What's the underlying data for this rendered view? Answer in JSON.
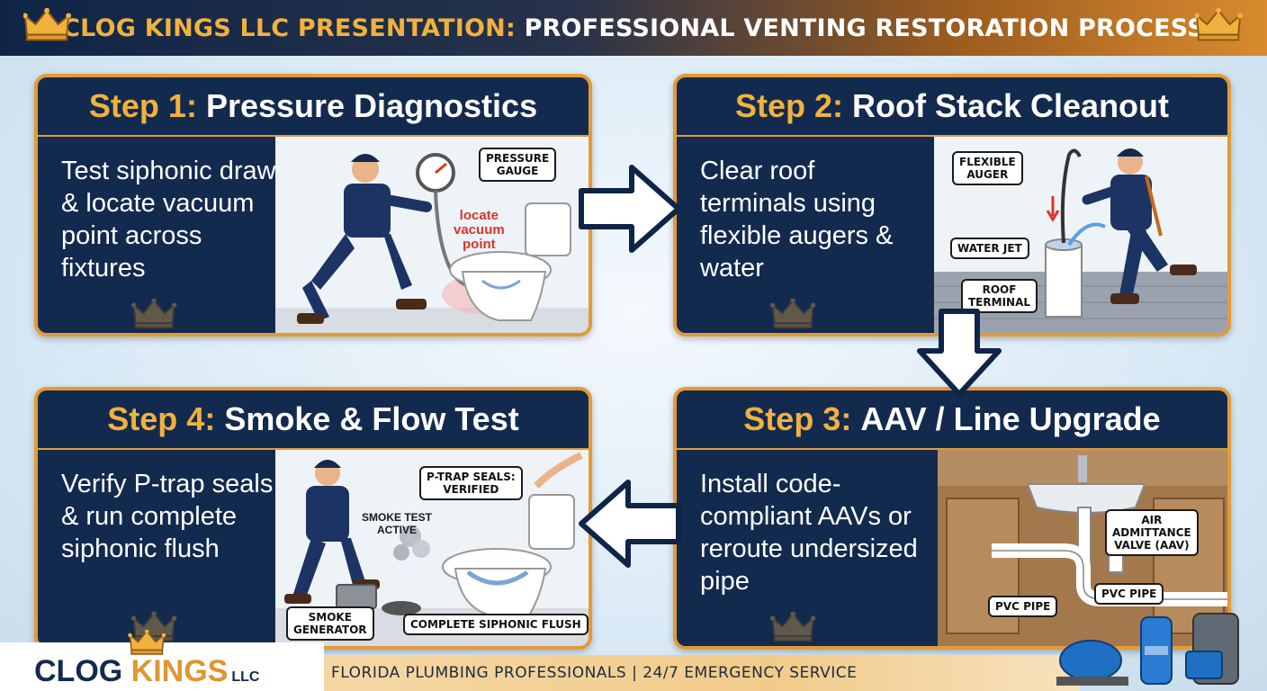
{
  "header": {
    "brand": "CLOG KINGS LLC PRESENTATION:",
    "title": "PROFESSIONAL VENTING RESTORATION PROCESS"
  },
  "steps": [
    {
      "step_label": "Step 1:",
      "title": "Pressure Diagnostics",
      "text": "Test siphonic draw & locate vacuum point across fixtures",
      "callouts": [
        "PRESSURE\nGAUGE"
      ],
      "note": "locate\nvacuum\npoint"
    },
    {
      "step_label": "Step 2:",
      "title": "Roof Stack Cleanout",
      "text": "Clear roof terminals using flexible augers & water",
      "callouts": [
        "FLEXIBLE\nAUGER",
        "WATER JET",
        "ROOF\nTERMINAL"
      ]
    },
    {
      "step_label": "Step 3:",
      "title": "AAV / Line Upgrade",
      "text": "Install code-compliant AAVs or reroute undersized pipe",
      "callouts": [
        "AIR\nADMITTANCE\nVALVE (AAV)",
        "PVC PIPE",
        "PVC PIPE"
      ]
    },
    {
      "step_label": "Step 4:",
      "title": "Smoke & Flow Test",
      "text": "Verify P-trap seals & run complete siphonic flush",
      "callouts": [
        "P-TRAP SEALS:\nVERIFIED",
        "SMOKE\nGENERATOR",
        "COMPLETE SIPHONIC FLUSH"
      ],
      "note": "SMOKE TEST\nACTIVE"
    }
  ],
  "footer": {
    "logo_clog": "CLOG",
    "logo_kings": "KINGS",
    "logo_llc": "LLC",
    "tagline": "FLORIDA PLUMBING PROFESSIONALS  |  24/7 EMERGENCY SERVICE"
  },
  "colors": {
    "navy": "#132a4f",
    "gold": "#e39a37",
    "accent_gold_text": "#f0b13e",
    "alert_red": "#d8352a"
  },
  "icons": [
    "crown-icon",
    "plumber-illustration",
    "toilet-illustration",
    "arrow-right-icon",
    "arrow-down-icon",
    "arrow-left-icon",
    "equipment-illustration"
  ]
}
